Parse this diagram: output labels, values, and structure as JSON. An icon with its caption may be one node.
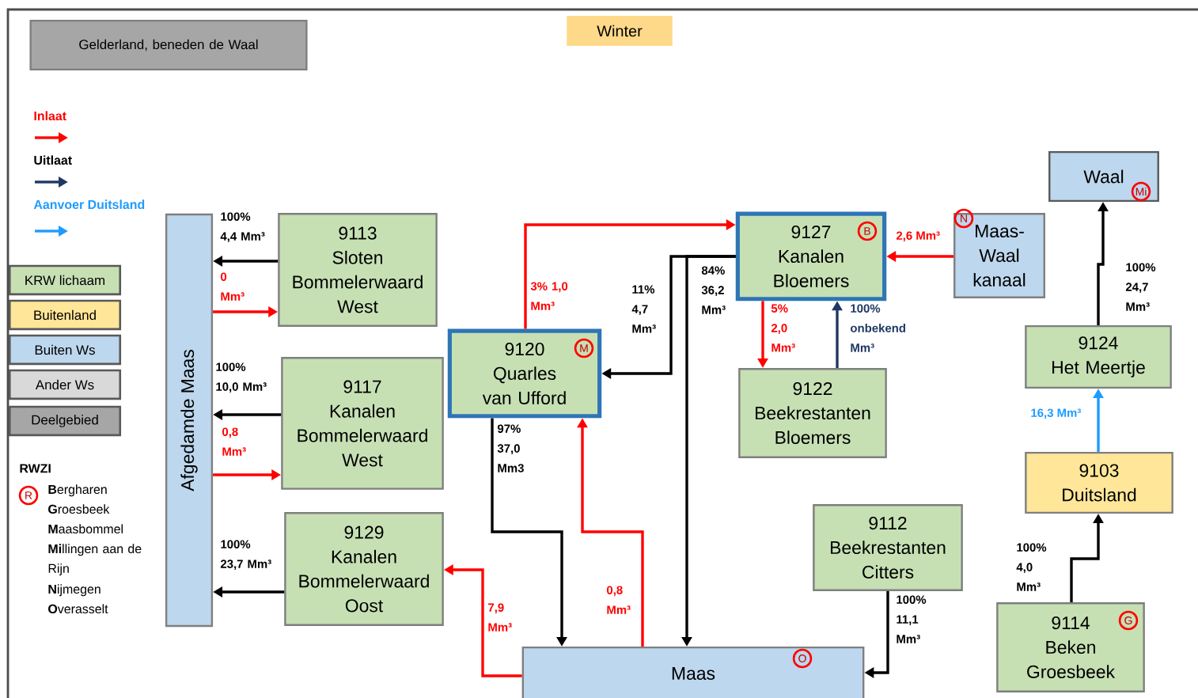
{
  "diagram": {
    "title": "Winter",
    "nodes": [
      {
        "text": [
          "Gelderland, beneden de Waal"
        ]
      },
      {
        "text": [
          "Afgedamde Maas"
        ]
      },
      {
        "text": [
          "9113",
          "Sloten Bommelerwaard West"
        ]
      },
      {
        "text": [
          "9117",
          "Kanalen Bommelerwaard West"
        ]
      },
      {
        "text": [
          "9129",
          "Kanalen Bommelerwaard Oost"
        ]
      },
      {
        "text": [
          "9120",
          "Quarles van Ufford",
          "M"
        ]
      },
      {
        "text": [
          "9127",
          "Kanalen Bloemers",
          "B"
        ]
      },
      {
        "text": [
          "9122",
          "Beekrestanten Bloemers"
        ]
      },
      {
        "text": [
          "Maas-Waal kanaal",
          "N"
        ]
      },
      {
        "text": [
          "Waal",
          "Mi"
        ]
      },
      {
        "text": [
          "9124",
          "Het Meertje"
        ]
      },
      {
        "text": [
          "9103",
          "Duitsland"
        ]
      },
      {
        "text": [
          "9112",
          "Beekrestanten Citters"
        ]
      },
      {
        "text": [
          "9114",
          "Beken Groesbeek",
          "G"
        ]
      },
      {
        "text": [
          "Maas",
          "O"
        ]
      }
    ],
    "edges": [
      {
        "from": 2,
        "to": 1,
        "arrow": "to",
        "label": "100% 4,4 Mm³"
      },
      {
        "from": 1,
        "to": 2,
        "arrow": "to",
        "label": "0 Mm³",
        "color": "#ff0000"
      },
      {
        "from": 3,
        "to": 1,
        "arrow": "to",
        "label": "100% 10,0 Mm³"
      },
      {
        "from": 1,
        "to": 3,
        "arrow": "to",
        "label": "0,8 Mm³",
        "color": "#ff0000"
      },
      {
        "from": 4,
        "to": 1,
        "arrow": "to",
        "label": "100% 23,7 Mm³"
      },
      {
        "from": 14,
        "to": 4,
        "arrow": "to",
        "label": "7,9 Mm³",
        "color": "#ff0000"
      },
      {
        "from": 5,
        "to": 14,
        "arrow": "to",
        "label": "97% 37,0 Mm3"
      },
      {
        "from": 14,
        "to": 5,
        "arrow": "to",
        "label": "0,8 Mm³",
        "color": "#ff0000"
      },
      {
        "from": 5,
        "to": 6,
        "arrow": "to",
        "label": "3% 1,0 Mm³",
        "color": "#ff0000"
      },
      {
        "from": 6,
        "to": 5,
        "arrow": "to",
        "label": "11% 4,7 Mm³"
      },
      {
        "from": 6,
        "to": 14,
        "arrow": "to",
        "label": "84% 36,2 Mm³"
      },
      {
        "from": 6,
        "to": 7,
        "arrow": "to",
        "label": "5% 2,0 Mm³",
        "color": "#ff0000"
      },
      {
        "from": 7,
        "to": 6,
        "arrow": "to",
        "label": "100% onbekend Mm³",
        "color": "#1f3864"
      },
      {
        "from": 8,
        "to": 6,
        "arrow": "to",
        "label": "2,6 Mm³",
        "color": "#ff0000"
      },
      {
        "from": 10,
        "to": 9,
        "arrow": "to",
        "label": "100% 24,7 Mm³"
      },
      {
        "from": 11,
        "to": 10,
        "arrow": "to",
        "label": "16,3 Mm³",
        "color": "#1e9bff"
      },
      {
        "from": 13,
        "to": 11,
        "arrow": "to",
        "label": "100% 4,0 Mm³"
      },
      {
        "from": 12,
        "to": 14,
        "arrow": "to",
        "label": "100% 11,1 Mm³"
      }
    ],
    "labels": [
      "RWZI",
      "R",
      "**B**ergharen",
      "**G**roesbeek",
      "**M**aasbommel",
      "**Mi**llingen aan de Rijn",
      "**N**ijmegen",
      "**O**verasselt"
    ],
    "legend": [
      {
        "text": "Inlaat"
      },
      {
        "text": "Uitlaat"
      },
      {
        "text": "Aanvoer Duitsland"
      },
      {
        "text": "KRW lichaam",
        "color": "#c6e0b4"
      },
      {
        "text": "Buitenland",
        "color": "#ffe699"
      },
      {
        "text": "Buiten Ws",
        "color": "#bdd7ee"
      },
      {
        "text": "Ander Ws",
        "color": "#d9d9d9"
      },
      {
        "text": "Deelgebied",
        "color": "#a6a6a6"
      }
    ]
  }
}
